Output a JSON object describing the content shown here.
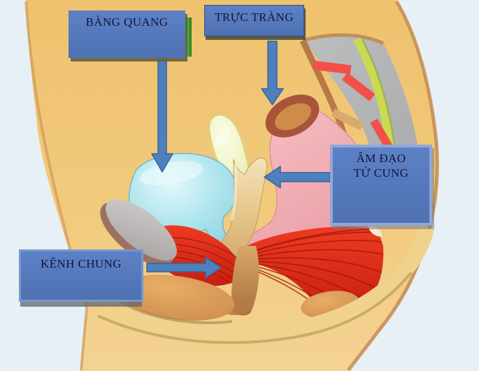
{
  "diagram": {
    "description": "Sagittal pelvic anatomy diagram with Vietnamese labels",
    "labels": [
      {
        "id": "bang-quang",
        "text": "BÀNG QUANG"
      },
      {
        "id": "truc-trang",
        "text": "TRỰC TRÀNG"
      },
      {
        "id": "am-dao-tu-cung",
        "line1": "ÂM ĐẠO",
        "line2": "TỬ CUNG"
      },
      {
        "id": "kenh-chung",
        "text": "KÊNH CHUNG"
      }
    ],
    "colors": {
      "background": "#e7f0f4",
      "body_skin": "#f0c97a",
      "bladder": "#a7e0ea",
      "rectum": "#f3b6bc",
      "rectum_opening_rim": "#a8543a",
      "rectum_opening_lumen": "#cf8c49",
      "uterus": "#eff3c3",
      "vagina": "#e9cc96",
      "common_channel": "#c08552",
      "pelvic_floor_muscle": "#e02b18",
      "pubic_bone": "#b7b4b4",
      "sacrum": "#b3b4b6",
      "spinal_canal": "#c8d84e",
      "disc_marker_red": "#f25048",
      "disc_marker_tan": "#d9ab6b",
      "perineal_mound": "#dca45f",
      "label_box": "#5477bd",
      "label_border_light": "#8fa7da",
      "arrow": "#4e80bd",
      "green_strip": "#4da339"
    }
  }
}
